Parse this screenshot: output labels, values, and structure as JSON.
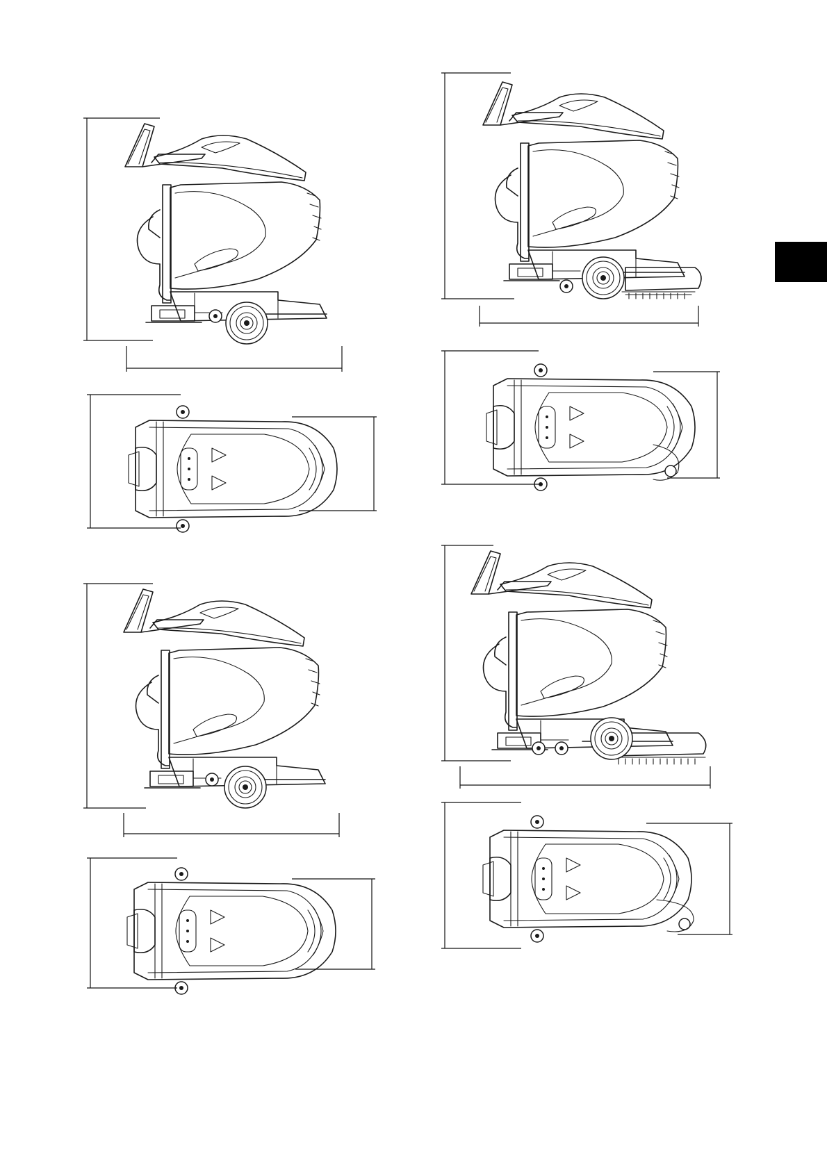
{
  "figures": [
    {
      "view": "side",
      "variant": "compact"
    },
    {
      "view": "top",
      "variant": "compact"
    },
    {
      "view": "side",
      "variant": "compact"
    },
    {
      "view": "top",
      "variant": "compact"
    },
    {
      "view": "side",
      "variant": "side-brush"
    },
    {
      "view": "top",
      "variant": "side-brush"
    },
    {
      "view": "side",
      "variant": "side-brush"
    },
    {
      "view": "top",
      "variant": "side-brush"
    }
  ],
  "section_tab": {
    "color": "#000000"
  },
  "colors": {
    "line": "#1a1a1a",
    "background": "#ffffff"
  }
}
